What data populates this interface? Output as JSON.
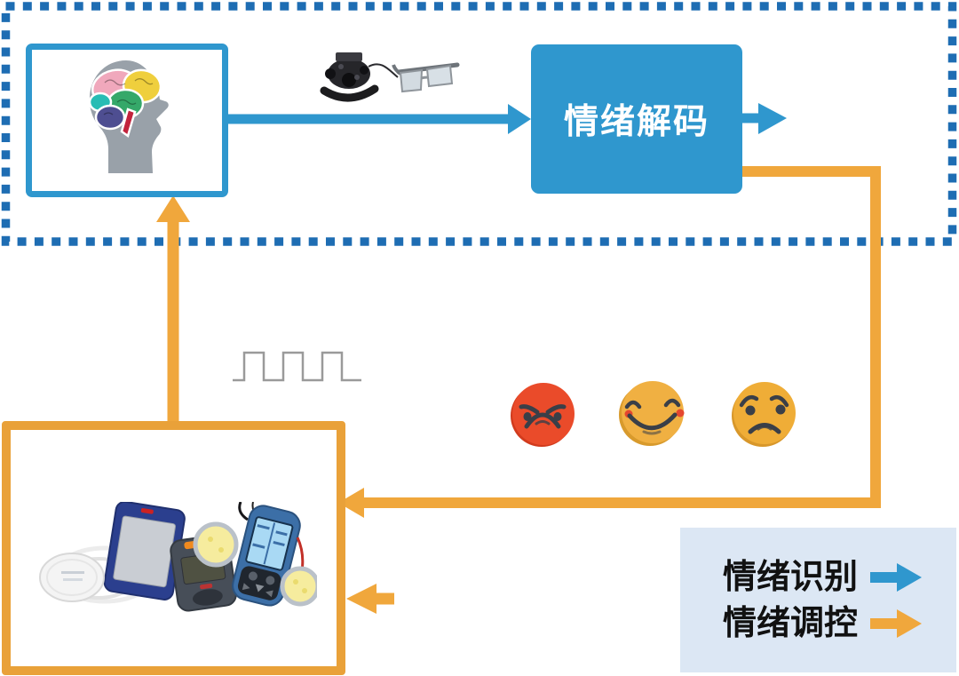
{
  "page": {
    "background": "#ffffff"
  },
  "colors": {
    "recognition_blue": "#2F97CE",
    "dashed_border_blue": "#1E6DB3",
    "regulation_orange": "#F0A73C",
    "device_box_orange": "#E9A139",
    "legend_background": "#DCE7F4",
    "legend_text": "#111111",
    "decode_box_fill": "#2F97CE",
    "decode_box_text": "#FFFFFF",
    "angry_emoji_red": "#EA4B2A",
    "happy_emoji_yellow": "#F0B042",
    "worried_emoji_yellow": "#EFAD37",
    "wave_gray": "#9A9A9A"
  },
  "nodes": {
    "brain": {
      "icon": "brain-in-head-icon"
    },
    "sensors": {
      "icon": "eeg-headset-and-ar-glasses-icon"
    },
    "decode_box": {
      "label": "情绪解码"
    },
    "pulse": {
      "icon": "square-wave-icon"
    },
    "emotions": {
      "icons": [
        "angry-emoji-icon",
        "smiling-emoji-icon",
        "worried-emoji-icon"
      ]
    },
    "stimulators": {
      "icon": "neurostimulation-devices-icon"
    }
  },
  "legend": {
    "items": [
      {
        "label": "情绪识别",
        "color": "#2F97CE",
        "icon": "right-arrow-icon"
      },
      {
        "label": "情绪调控",
        "color": "#F0A73C",
        "icon": "right-arrow-icon"
      }
    ]
  }
}
